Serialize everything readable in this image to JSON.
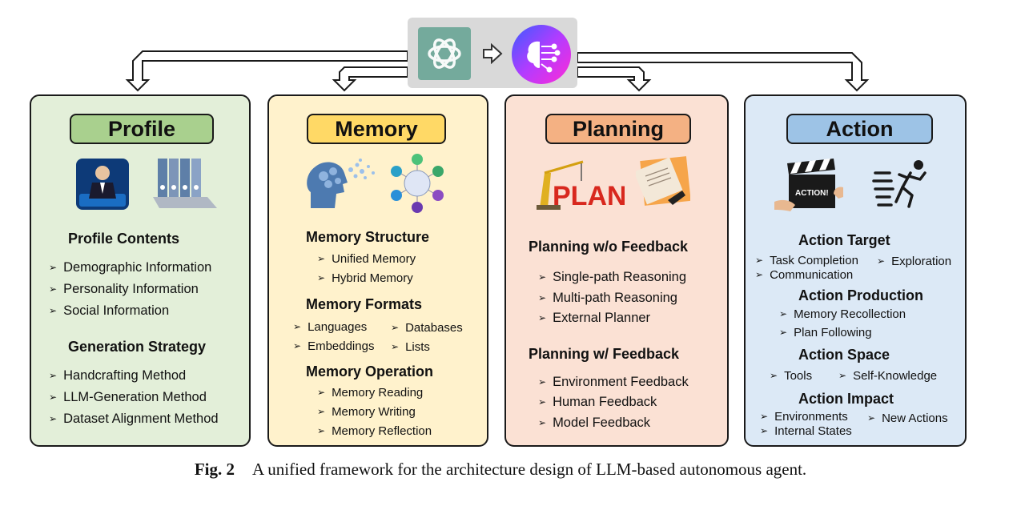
{
  "caption": {
    "label": "Fig. 2",
    "text": "A unified framework for the architecture design of LLM-based autonomous agent."
  },
  "hub": {
    "left_icon": "openai-logo-icon",
    "arrow_icon": "right-arrow-icon",
    "right_icon": "ai-brain-icon"
  },
  "profile": {
    "title": "Profile",
    "icons": [
      "business-person-icon",
      "file-binders-icon"
    ],
    "sections": [
      {
        "heading": "Profile Contents",
        "items": [
          "Demographic Information",
          "Personality Information",
          "Social Information"
        ]
      },
      {
        "heading": "Generation Strategy",
        "items": [
          "Handcrafting Method",
          "LLM-Generation Method",
          "Dataset Alignment Method"
        ]
      }
    ]
  },
  "memory": {
    "title": "Memory",
    "icons": [
      "brain-head-icon",
      "types-of-memory-diagram-icon"
    ],
    "sections": [
      {
        "heading": "Memory Structure",
        "items": [
          "Unified Memory",
          "Hybrid Memory"
        ]
      },
      {
        "heading": "Memory Formats",
        "items": [
          "Languages",
          "Databases",
          "Embeddings",
          "Lists"
        ]
      },
      {
        "heading": "Memory Operation",
        "items": [
          "Memory Reading",
          "Memory Writing",
          "Memory Reflection"
        ]
      }
    ]
  },
  "planning": {
    "title": "Planning",
    "icons": [
      "plan-crane-icon",
      "writing-notes-icon"
    ],
    "sections": [
      {
        "heading": "Planning w/o Feedback",
        "items": [
          "Single-path Reasoning",
          "Multi-path Reasoning",
          "External Planner"
        ]
      },
      {
        "heading": "Planning w/ Feedback",
        "items": [
          "Environment Feedback",
          "Human Feedback",
          "Model Feedback"
        ]
      }
    ]
  },
  "action": {
    "title": "Action",
    "icons": [
      "clapperboard-icon",
      "running-person-icon"
    ],
    "clapper_text": "ACTION!",
    "sections": [
      {
        "heading": "Action Target",
        "items": [
          "Task Completion",
          "Exploration",
          "Communication"
        ]
      },
      {
        "heading": "Action Production",
        "items": [
          "Memory Recollection",
          "Plan Following"
        ]
      },
      {
        "heading": "Action Space",
        "items": [
          "Tools",
          "Self-Knowledge"
        ]
      },
      {
        "heading": "Action Impact",
        "items": [
          "Environments",
          "New Actions",
          "Internal States"
        ]
      }
    ]
  }
}
